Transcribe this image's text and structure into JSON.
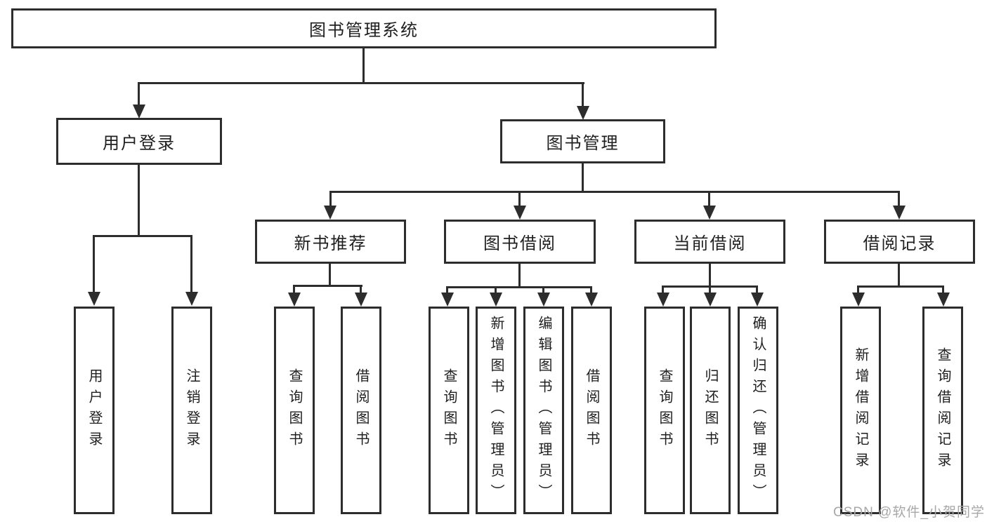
{
  "diagram": {
    "watermark": "CSDN @软件_小贺同学",
    "colors": {
      "line": "#2d2d2d",
      "text": "#1f1f1f",
      "watermark": "#a8a8a8",
      "background": "#ffffff"
    },
    "tree": {
      "label": "图书管理系统",
      "children": [
        {
          "label": "用户登录",
          "children": [
            {
              "label": "用户登录"
            },
            {
              "label": "注销登录"
            }
          ]
        },
        {
          "label": "图书管理",
          "children": [
            {
              "label": "新书推荐",
              "children": [
                {
                  "label": "查询图书"
                },
                {
                  "label": "借阅图书"
                }
              ]
            },
            {
              "label": "图书借阅",
              "children": [
                {
                  "label": "查询图书"
                },
                {
                  "label": "新增图书（管理员）"
                },
                {
                  "label": "编辑图书（管理员）"
                },
                {
                  "label": "借阅图书"
                }
              ]
            },
            {
              "label": "当前借阅",
              "children": [
                {
                  "label": "查询图书"
                },
                {
                  "label": "归还图书"
                },
                {
                  "label": "确认归还（管理员）"
                }
              ]
            },
            {
              "label": "借阅记录",
              "children": [
                {
                  "label": "新增借阅记录"
                },
                {
                  "label": "查询借阅记录"
                }
              ]
            }
          ]
        }
      ]
    }
  }
}
